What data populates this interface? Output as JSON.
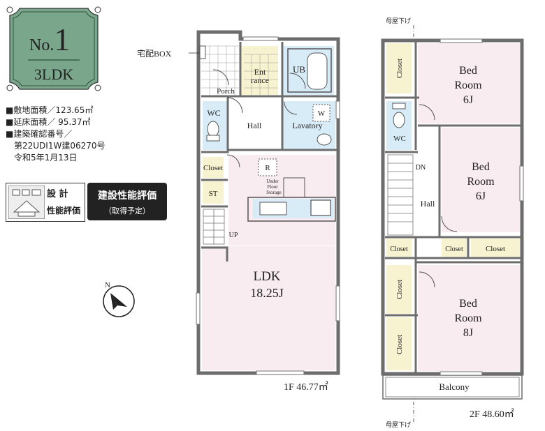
{
  "badge": {
    "no_prefix": "No.",
    "no_number": "1",
    "layout_type": "3LDK"
  },
  "info": {
    "site_area": "■敷地面積／123.65㎡",
    "floor_area": "■延床面積／ 95.37㎡",
    "permit_label": "■建築確認番号／",
    "permit_number": "第22UDI1W建06270号",
    "permit_date": "令和5年1月13日"
  },
  "cert": {
    "design_top": "設 計",
    "design_bottom": "性能評価",
    "construction_title": "建設性能評価",
    "construction_sub": "（取得予定）"
  },
  "floor1": {
    "delivery_box": "宅配BOX",
    "porch": "Porch",
    "entrance_1": "Ent",
    "entrance_2": "rance",
    "ub": "UB",
    "wc": "WC",
    "hall": "Hall",
    "lavatory": "Lavatory",
    "w": "W",
    "closet": "Closet",
    "r": "R",
    "under_floor_1": "Under",
    "under_floor_2": "Floor",
    "under_floor_3": "Storage",
    "st": "ST",
    "up": "UP",
    "ldk": "LDK",
    "ldk_size": "18.25J",
    "area": "1F 46.77㎡"
  },
  "floor2": {
    "top_note": "母屋下げ",
    "bottom_note": "母屋下げ",
    "closet_top": "Closet",
    "wc": "WC",
    "dn": "DN",
    "hall": "Hall",
    "bed1_a": "Bed",
    "bed1_b": "Room",
    "bed1_c": "6J",
    "bed2_a": "Bed",
    "bed2_b": "Room",
    "bed2_c": "6J",
    "bed3_a": "Bed",
    "bed3_b": "Room",
    "bed3_c": "8J",
    "closet_mid_left": "Closet",
    "closet_mid_1": "Closet",
    "closet_mid_2": "Closet",
    "closet_low_1": "Closet",
    "closet_low_2": "Closet",
    "balcony": "Balcony",
    "area": "2F 48.60㎡"
  },
  "compass": {
    "north": "N"
  },
  "colors": {
    "badge_green": "#7aa78b",
    "room_pink": "#f8ecf0",
    "wet_blue": "#d8ecf8",
    "closet_cream": "#f7f2cf",
    "wall": "#6d6d6d"
  }
}
